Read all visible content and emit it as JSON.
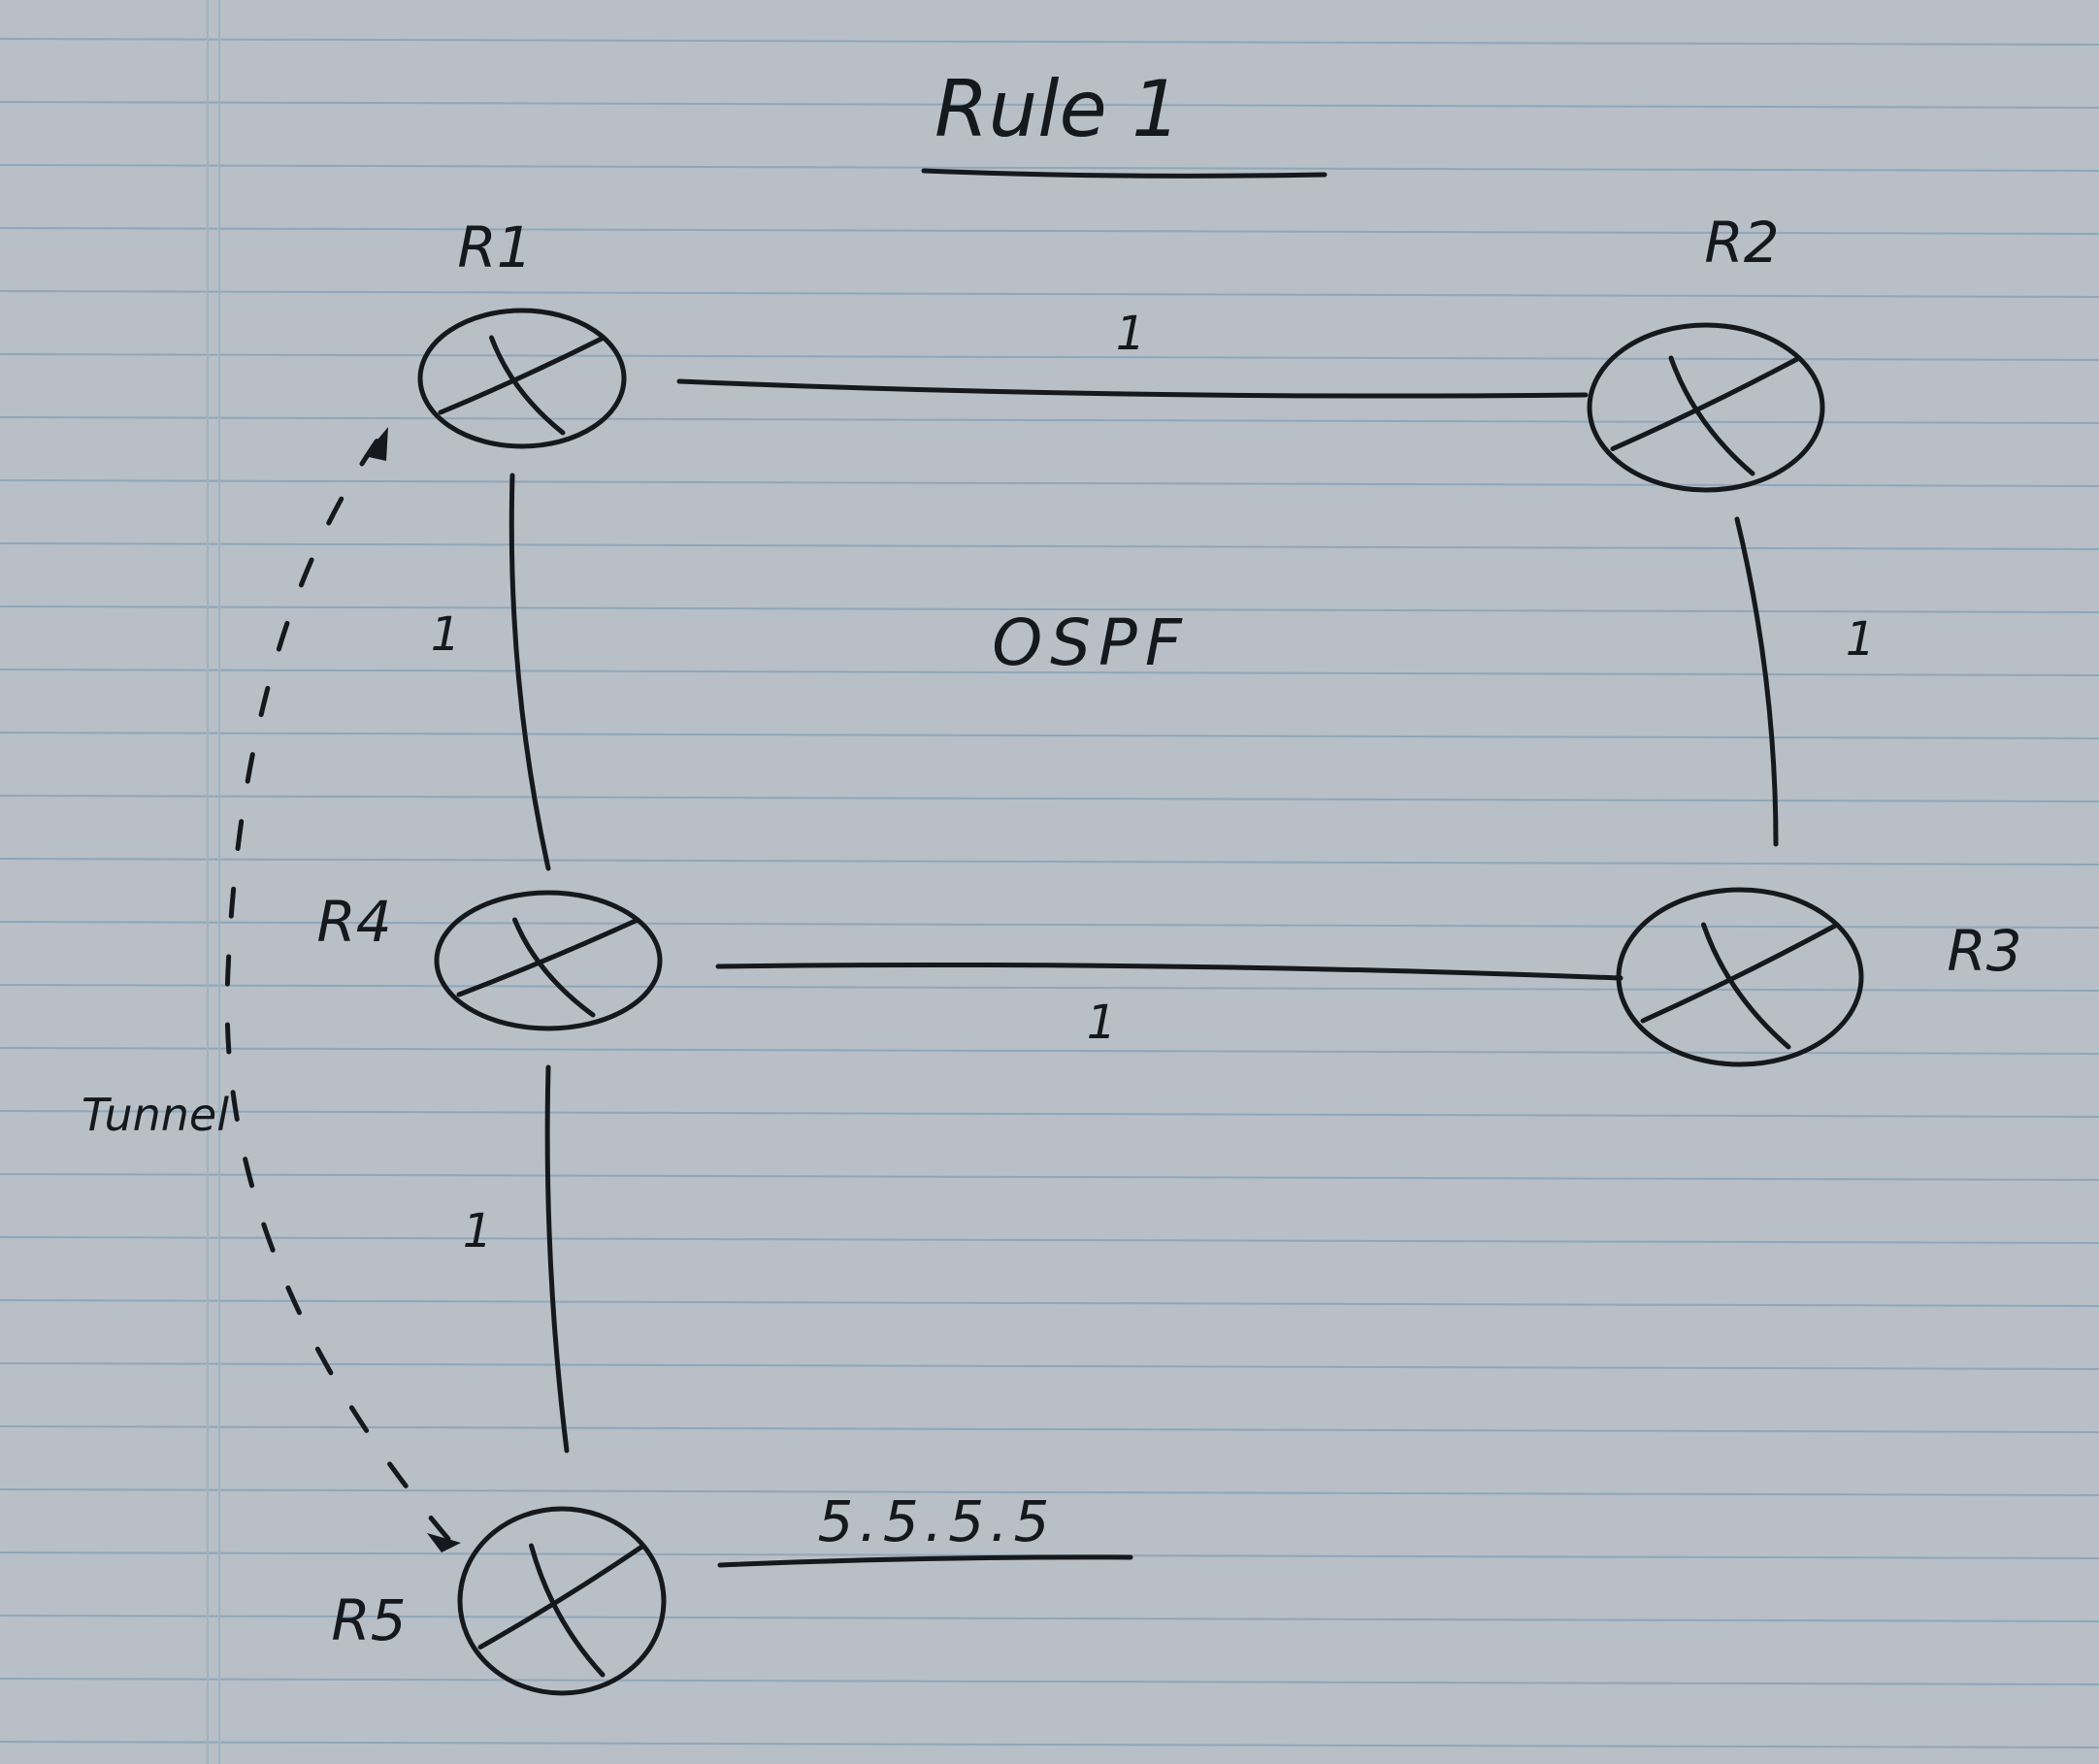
{
  "title": "Rule 1",
  "protocol_label": "OSPF",
  "routers": [
    {
      "id": "R1",
      "label": "R1"
    },
    {
      "id": "R2",
      "label": "R2"
    },
    {
      "id": "R3",
      "label": "R3"
    },
    {
      "id": "R4",
      "label": "R4"
    },
    {
      "id": "R5",
      "label": "R5"
    }
  ],
  "links": [
    {
      "from": "R1",
      "to": "R2",
      "cost": "1"
    },
    {
      "from": "R1",
      "to": "R4",
      "cost": "1"
    },
    {
      "from": "R2",
      "to": "R3",
      "cost": "1"
    },
    {
      "from": "R4",
      "to": "R3",
      "cost": "1"
    },
    {
      "from": "R4",
      "to": "R5",
      "cost": "1"
    }
  ],
  "tunnel": {
    "from": "R5",
    "to": "R1",
    "label": "Tunnel"
  },
  "loopback": {
    "router": "R5",
    "address": "5.5.5.5"
  },
  "colors": {
    "paper": "#b8bfc7",
    "ruling": "#8fa7b8",
    "ink": "#15181c"
  }
}
